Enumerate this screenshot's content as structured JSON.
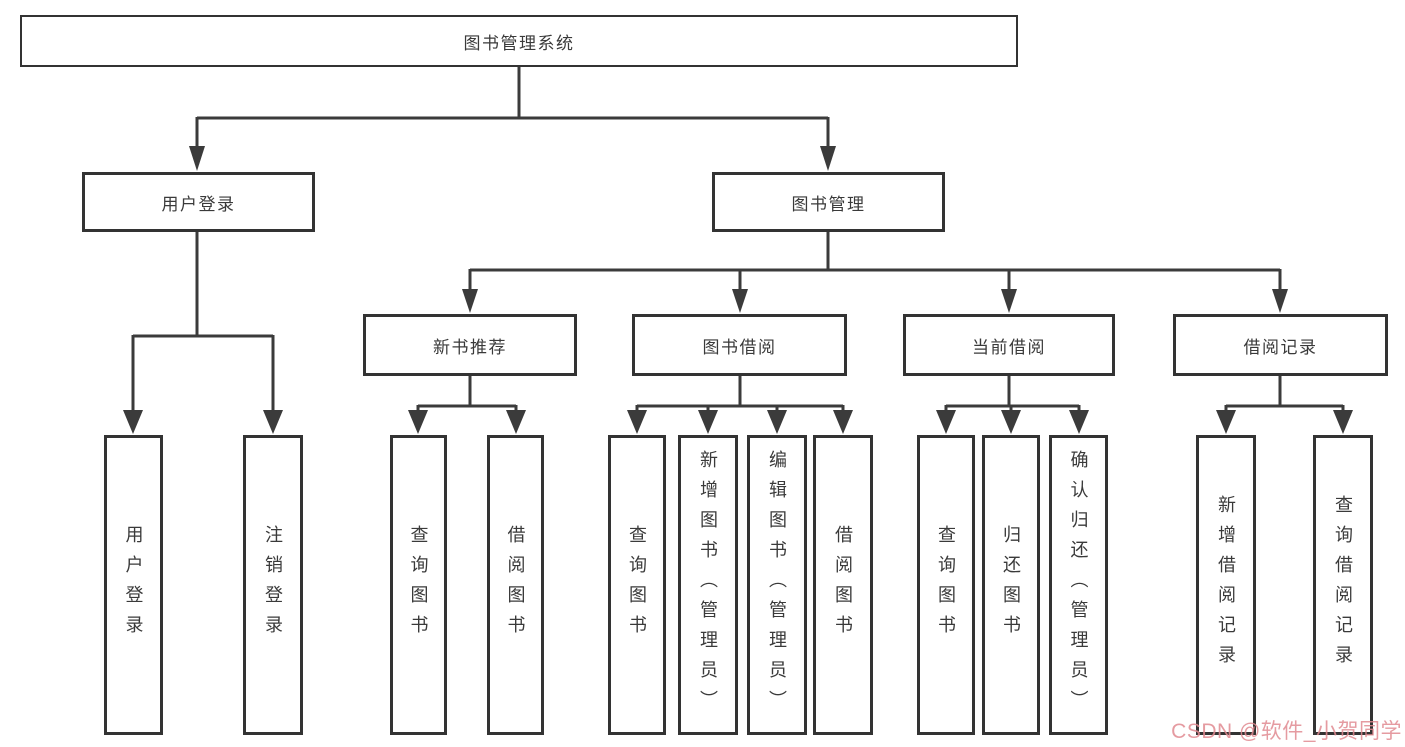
{
  "tree": {
    "root": {
      "label": "图书管理系统"
    },
    "branches": [
      {
        "label": "用户登录",
        "children": [
          {
            "label": "用户登录"
          },
          {
            "label": "注销登录"
          }
        ]
      },
      {
        "label": "图书管理",
        "children": [
          {
            "label": "新书推荐",
            "children": [
              {
                "label": "查询图书"
              },
              {
                "label": "借阅图书"
              }
            ]
          },
          {
            "label": "图书借阅",
            "children": [
              {
                "label": "查询图书"
              },
              {
                "label": "新增图书（管理员）"
              },
              {
                "label": "编辑图书（管理员）"
              },
              {
                "label": "借阅图书"
              }
            ]
          },
          {
            "label": "当前借阅",
            "children": [
              {
                "label": "查询图书"
              },
              {
                "label": "归还图书"
              },
              {
                "label": "确认归还（管理员）"
              }
            ]
          },
          {
            "label": "借阅记录",
            "children": [
              {
                "label": "新增借阅记录"
              },
              {
                "label": "查询借阅记录"
              }
            ]
          }
        ]
      }
    ]
  },
  "watermark": {
    "text": "CSDN @软件_小贺同学",
    "color": "#e08a90"
  },
  "colors": {
    "line": "#3b3b3b",
    "box_border": "#333333",
    "box_fill": "#ffffff",
    "text": "#3a3a3a",
    "background": "#ffffff"
  }
}
